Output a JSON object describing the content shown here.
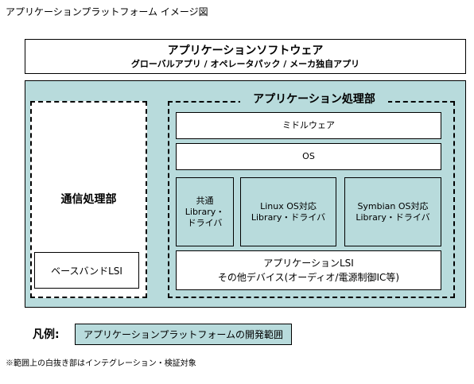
{
  "page_title": "アプリケーションプラットフォーム イメージ図",
  "app_software": {
    "title": "アプリケーションソフトウェア",
    "subtitle": "グローバルアプリ / オペレータパック / メーカ独自アプリ"
  },
  "comm_unit": {
    "title": "通信処理部",
    "baseband": "ベースバンドLSI"
  },
  "app_unit": {
    "title": "アプリケーション処理部",
    "middleware": "ミドルウェア",
    "os": "OS",
    "lib_common": [
      "共通Library・",
      "ドライバ"
    ],
    "lib_linux": [
      "Linux OS対応",
      "Library・ドライバ"
    ],
    "lib_symbian": [
      "Symbian OS対応",
      "Library・ドライバ"
    ],
    "app_lsi": [
      "アプリケーションLSI",
      "その他デバイス(オーディオ/電源制御IC等)"
    ]
  },
  "legend": {
    "label": "凡例:",
    "item": "アプリケーションプラットフォームの開発範囲"
  },
  "footnote": "※範囲上の白抜き部はインテグレーション・検証対象",
  "colors": {
    "platform_fill": "#b8dbdc",
    "outline": "#000000",
    "white": "#ffffff"
  }
}
